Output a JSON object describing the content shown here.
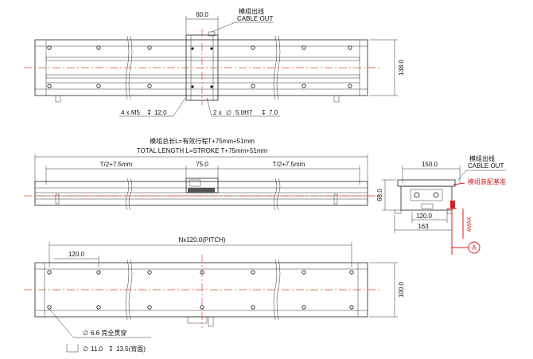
{
  "top_view": {
    "dim_width": "60.0",
    "cable_out_cn": "模组出线",
    "cable_out_en": "CABLE OUT",
    "dim_height": "138.0",
    "note_m5": "4 x M5",
    "note_m5_depth": "12.0",
    "note_pin": "2 x",
    "note_pin_spec": "5.0H7",
    "note_pin_depth": "7.0"
  },
  "front_view": {
    "total_cn": "模组总长L=有效行程T+75mm+51mm",
    "total_en": "TOTAL LENGTH L=STROKE T+75mm+51mm",
    "seg_left": "T/2+7.5mm",
    "seg_center": "75.0",
    "seg_right": "T/2+7.5mm"
  },
  "side_view": {
    "dim_top": "150.0",
    "cable_out_cn": "模组出线",
    "cable_out_en": "CABLE OUT",
    "mount_ref": "模组装配基准",
    "dim_height": "68.0",
    "dim_120": "120.0",
    "dim_163": "163",
    "dim_4max": "4MAX",
    "datum": "A"
  },
  "bottom_view": {
    "pitch": "Nx120.0(PITCH)",
    "dim_120": "120.0",
    "dim_height": "100.0",
    "hole_note": "6.6 完全贯穿",
    "cbore_note": "11.0",
    "cbore_depth": "13.5(背面)"
  }
}
